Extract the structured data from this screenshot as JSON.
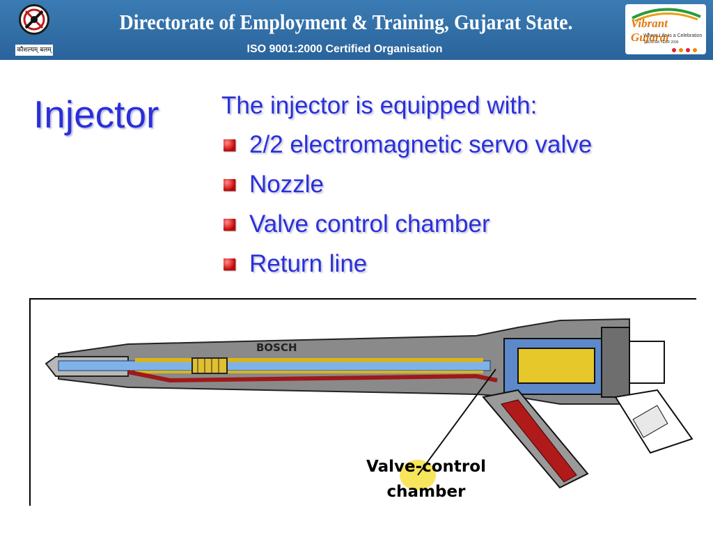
{
  "header": {
    "title": "Directorate of Employment & Training, Gujarat State.",
    "subtitle": "ISO 9001:2000 Certified Organisation",
    "left_logo_caption": "कौशल्यम् बलम्",
    "right_logo": {
      "name": "Vibrant Gujarat",
      "tagline": "Where Life is a Celebration",
      "subline": "TOURISM YEAR 2006"
    }
  },
  "slide": {
    "title": "Injector",
    "intro": "The injector is equipped with:",
    "bullets": [
      "2/2 electromagnetic servo valve",
      "Nozzle",
      "Valve control chamber",
      "Return line"
    ]
  },
  "figure": {
    "brand_text": "BOSCH",
    "label_line1": "Valve-control",
    "label_line2": "chamber"
  }
}
